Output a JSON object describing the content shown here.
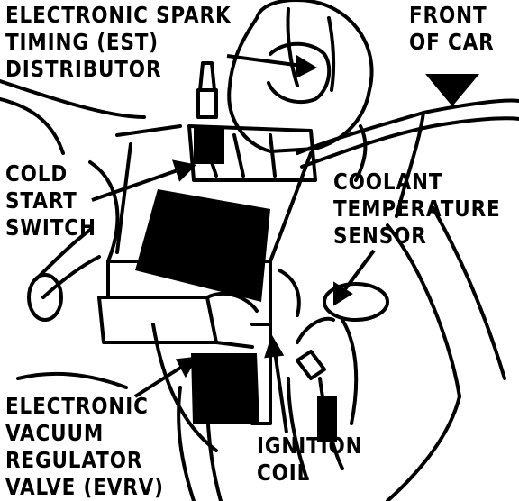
{
  "labels": {
    "distributor": [
      "ELECTRONIC SPARK",
      "TIMING (EST)",
      "DISTRIBUTOR"
    ],
    "front_of_car": [
      "FRONT",
      "OF CAR"
    ],
    "cold_start": [
      "COLD",
      "START",
      "SWITCH"
    ],
    "coolant_sensor": [
      "COOLANT",
      "TEMPERATURE",
      "SENSOR"
    ],
    "evrv": [
      "ELECTRONIC",
      "VACUUM",
      "REGULATOR",
      "VALVE (EVRV)"
    ],
    "ignition_coil": [
      "IGNITION",
      "COIL"
    ]
  },
  "colors": {
    "ink": "#000000",
    "paper": "#ffffff"
  }
}
